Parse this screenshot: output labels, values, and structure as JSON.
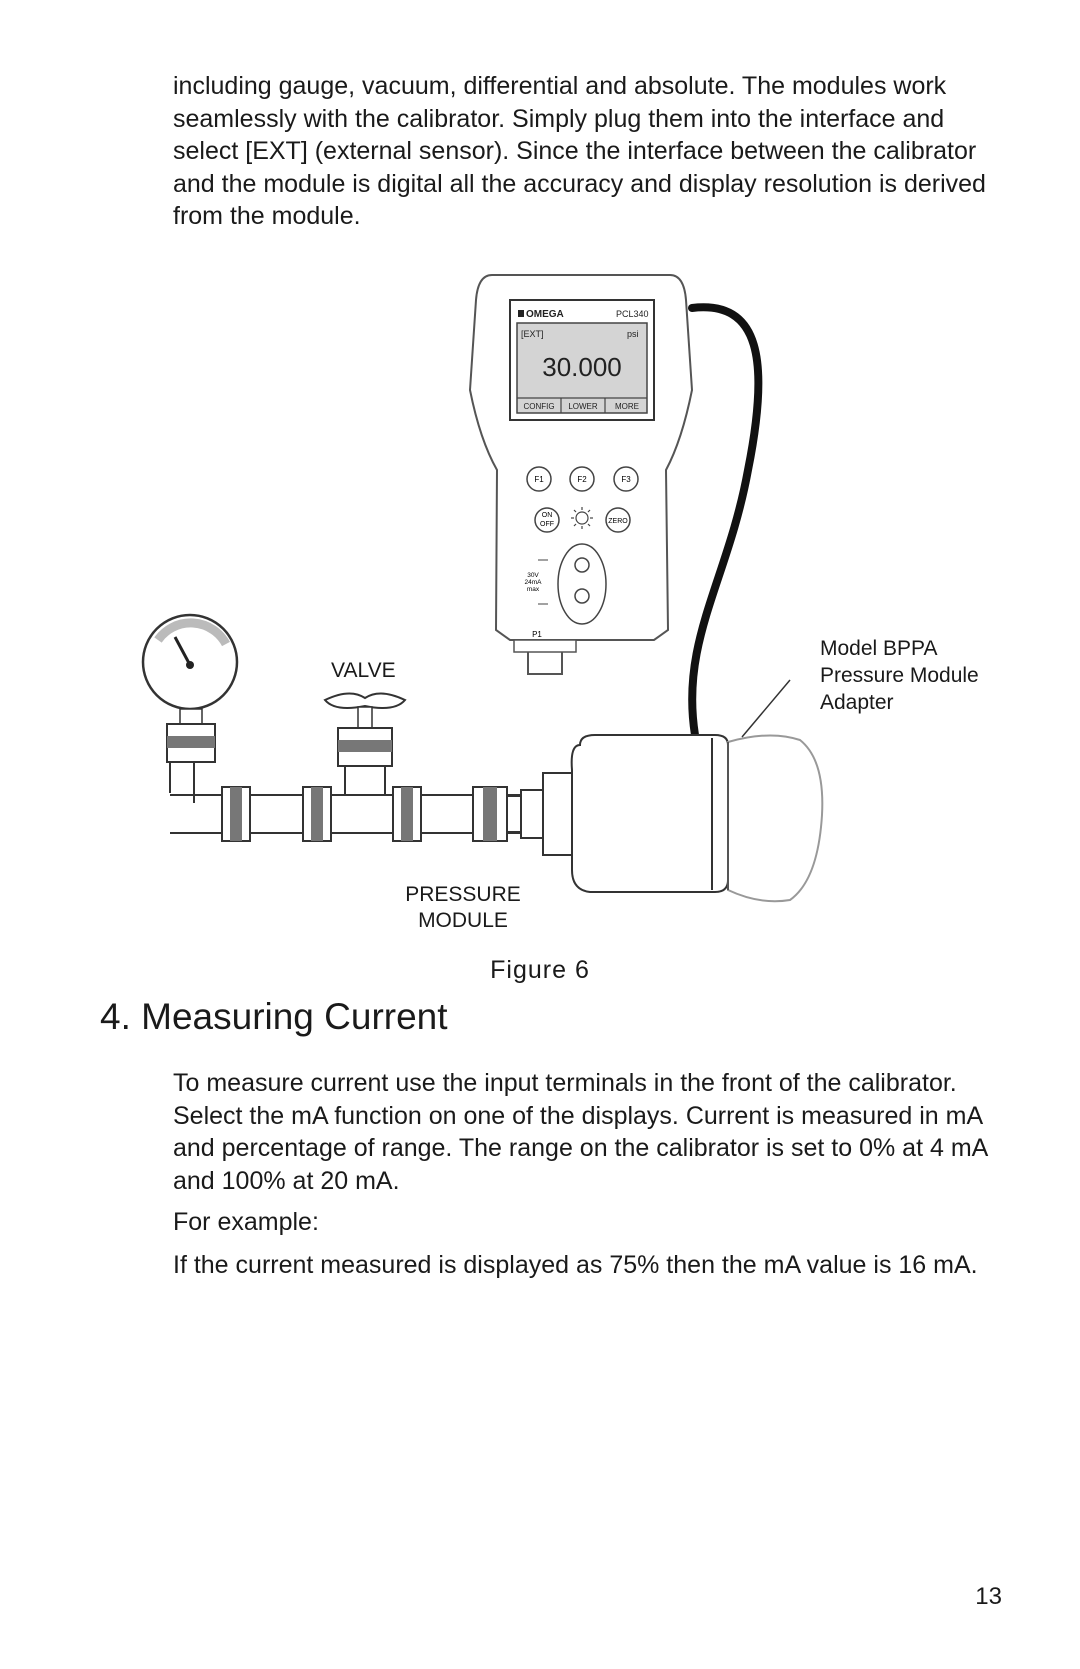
{
  "intro_text": "including gauge, vacuum, differential and absolute.  The modules work seamlessly with the calibrator.  Simply plug them into the interface and select [EXT] (external sensor).  Since the interface between the calibrator and the module is digital all the accuracy and display resolution is derived from the module.",
  "figure": {
    "device": {
      "brand": "OMEGA",
      "model": "PCL340",
      "screen_mode": "[EXT]",
      "screen_unit": "psi",
      "screen_value": "30.000",
      "softkeys": [
        "CONFIG",
        "LOWER",
        "MORE"
      ],
      "function_keys": [
        "F1",
        "F2",
        "F3"
      ],
      "power_key_top": "ON",
      "power_key_bottom": "OFF",
      "zero_key": "ZERO",
      "terminal_rating": [
        "30V",
        "24mA",
        "max"
      ],
      "port_label": "P1"
    },
    "labels": {
      "valve": "VALVE",
      "pressure_module": [
        "PRESSURE",
        "MODULE"
      ],
      "adapter": [
        "Model BPPA",
        "Pressure Module",
        "Adapter"
      ]
    },
    "caption": "Figure 6"
  },
  "section_heading": "4. Measuring Current",
  "paragraph_1": "To measure current use the input terminals in the front of the calibrator.  Select the mA function on one of the displays.  Current is measured in mA and percentage of range.  The range on the calibrator is set to 0% at 4 mA and 100% at 20 mA.",
  "paragraph_2": "For example:",
  "paragraph_3": "If the current measured is displayed as 75% then the mA value is 16 mA.",
  "page_number": "13"
}
